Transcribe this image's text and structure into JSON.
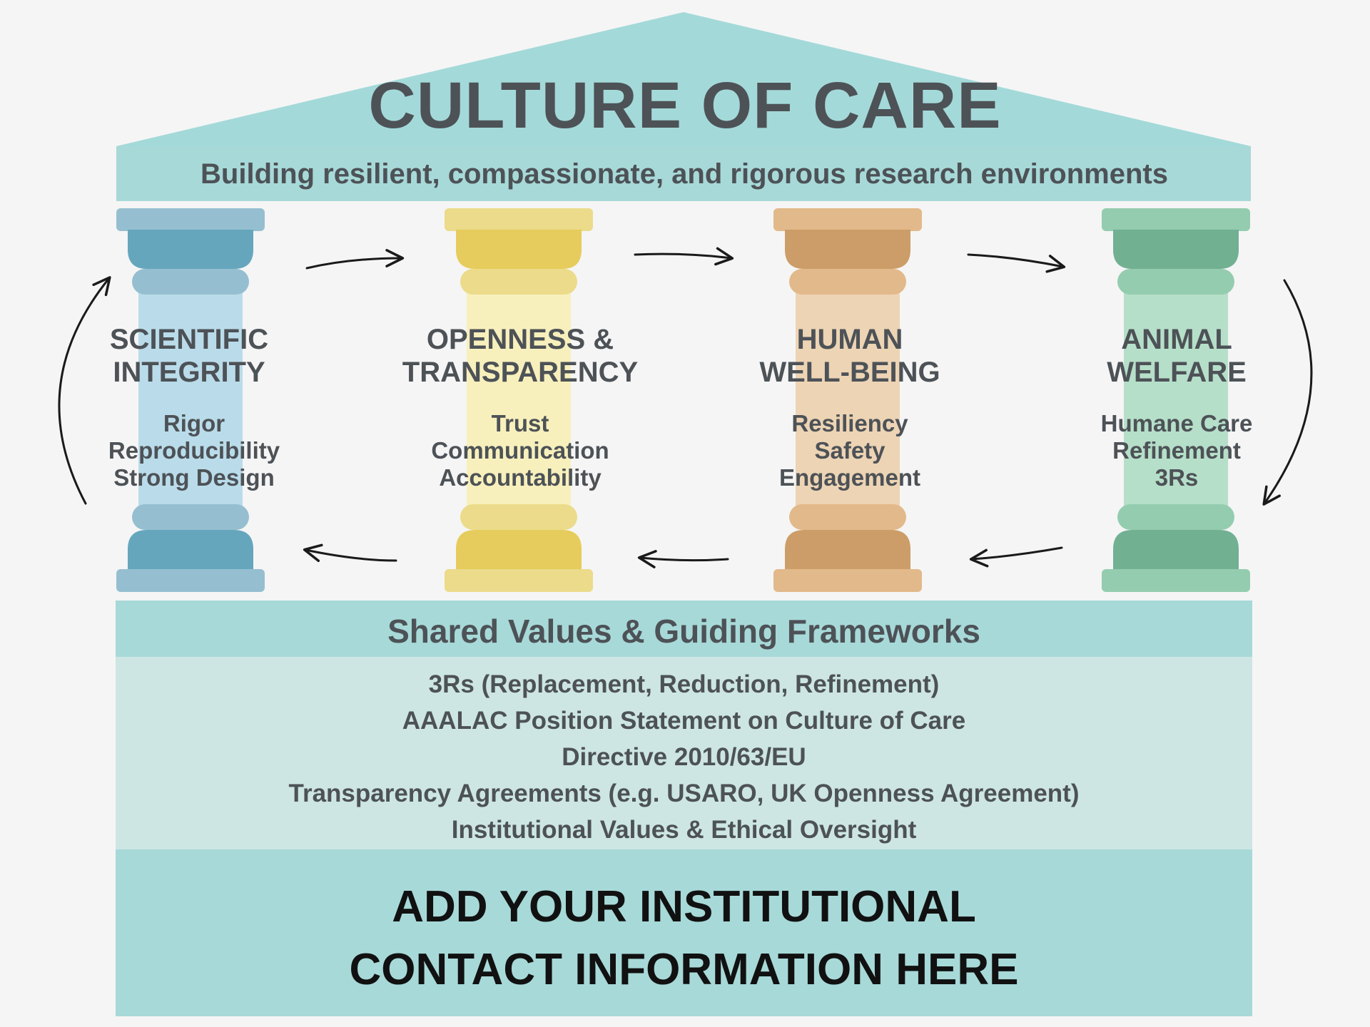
{
  "title": "CULTURE OF CARE",
  "subtitle": "Building resilient, compassionate, and rigorous research environments",
  "pillars": [
    {
      "title_lines": [
        "SCIENTIFIC",
        "INTEGRITY"
      ],
      "items": [
        "Rigor",
        "Reproducibility",
        "Strong Design"
      ],
      "colors": {
        "light": "#95bfd0",
        "dark": "#65a6bd",
        "shaft": "#badcea"
      }
    },
    {
      "title_lines": [
        "OPENNESS &",
        "TRANSPARENCY"
      ],
      "items": [
        "Trust",
        "Communication",
        "Accountability"
      ],
      "colors": {
        "light": "#ebdb8a",
        "dark": "#e6cc5c",
        "shaft": "#f8f0bc"
      }
    },
    {
      "title_lines": [
        "HUMAN",
        "WELL-BEING"
      ],
      "items": [
        "Resiliency",
        "Safety",
        "Engagement"
      ],
      "colors": {
        "light": "#e2b98a",
        "dark": "#cc9d68",
        "shaft": "#edd4b4"
      }
    },
    {
      "title_lines": [
        "ANIMAL",
        "WELFARE"
      ],
      "items": [
        "Humane Care",
        "Refinement",
        "3Rs"
      ],
      "colors": {
        "light": "#94ccaf",
        "dark": "#72b092",
        "shaft": "#b6dfc9"
      }
    }
  ],
  "foundation": {
    "title": "Shared Values & Guiding Frameworks",
    "items": [
      "3Rs (Replacement, Reduction, Refinement)",
      "AAALAC Position Statement on Culture of Care",
      "Directive 2010/63/EU",
      "Transparency Agreements (e.g. USARO, UK Openness Agreement)",
      "Institutional Values & Ethical Oversight"
    ]
  },
  "contact_lines": [
    "ADD YOUR INSTITUTIONAL",
    "CONTACT INFORMATION HERE"
  ],
  "colors": {
    "roof": "#a4d9d9",
    "band": "#a7d9d8",
    "foundation_body": "#cde6e4",
    "text": "#4d5257",
    "arrow": "#1a1a1a"
  },
  "icons": [
    "cycle-arrow-icon"
  ]
}
